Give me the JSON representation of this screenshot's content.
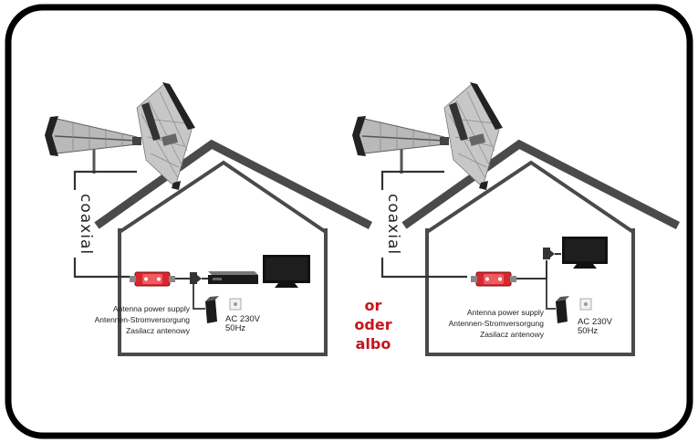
{
  "colors": {
    "frame": "#000000",
    "house_outline": "#4a4a4a",
    "cable": "#333333",
    "amplifier": "#d8262e",
    "separator_text": "#c4161c"
  },
  "left_scene": {
    "cable_label": "coaxial",
    "power_supply_label": [
      "Antenna power supply",
      "Antennen-Stromversorgung",
      "Zasilacz antenowy"
    ],
    "mains_label": [
      "AC 230V",
      "50Hz"
    ]
  },
  "right_scene": {
    "cable_label": "coaxial",
    "power_supply_label": [
      "Antenna power supply",
      "Antennen-Stromversorgung",
      "Zasilacz antenowy"
    ],
    "mains_label": [
      "AC 230V",
      "50Hz"
    ]
  },
  "separator": [
    "or",
    "oder",
    "albo"
  ],
  "icons": [
    "yagi-antenna-icon",
    "log-periodic-antenna-icon",
    "amplifier-icon",
    "splitter-icon",
    "set-top-box-icon",
    "tv-icon",
    "power-adapter-icon",
    "wall-socket-icon"
  ]
}
